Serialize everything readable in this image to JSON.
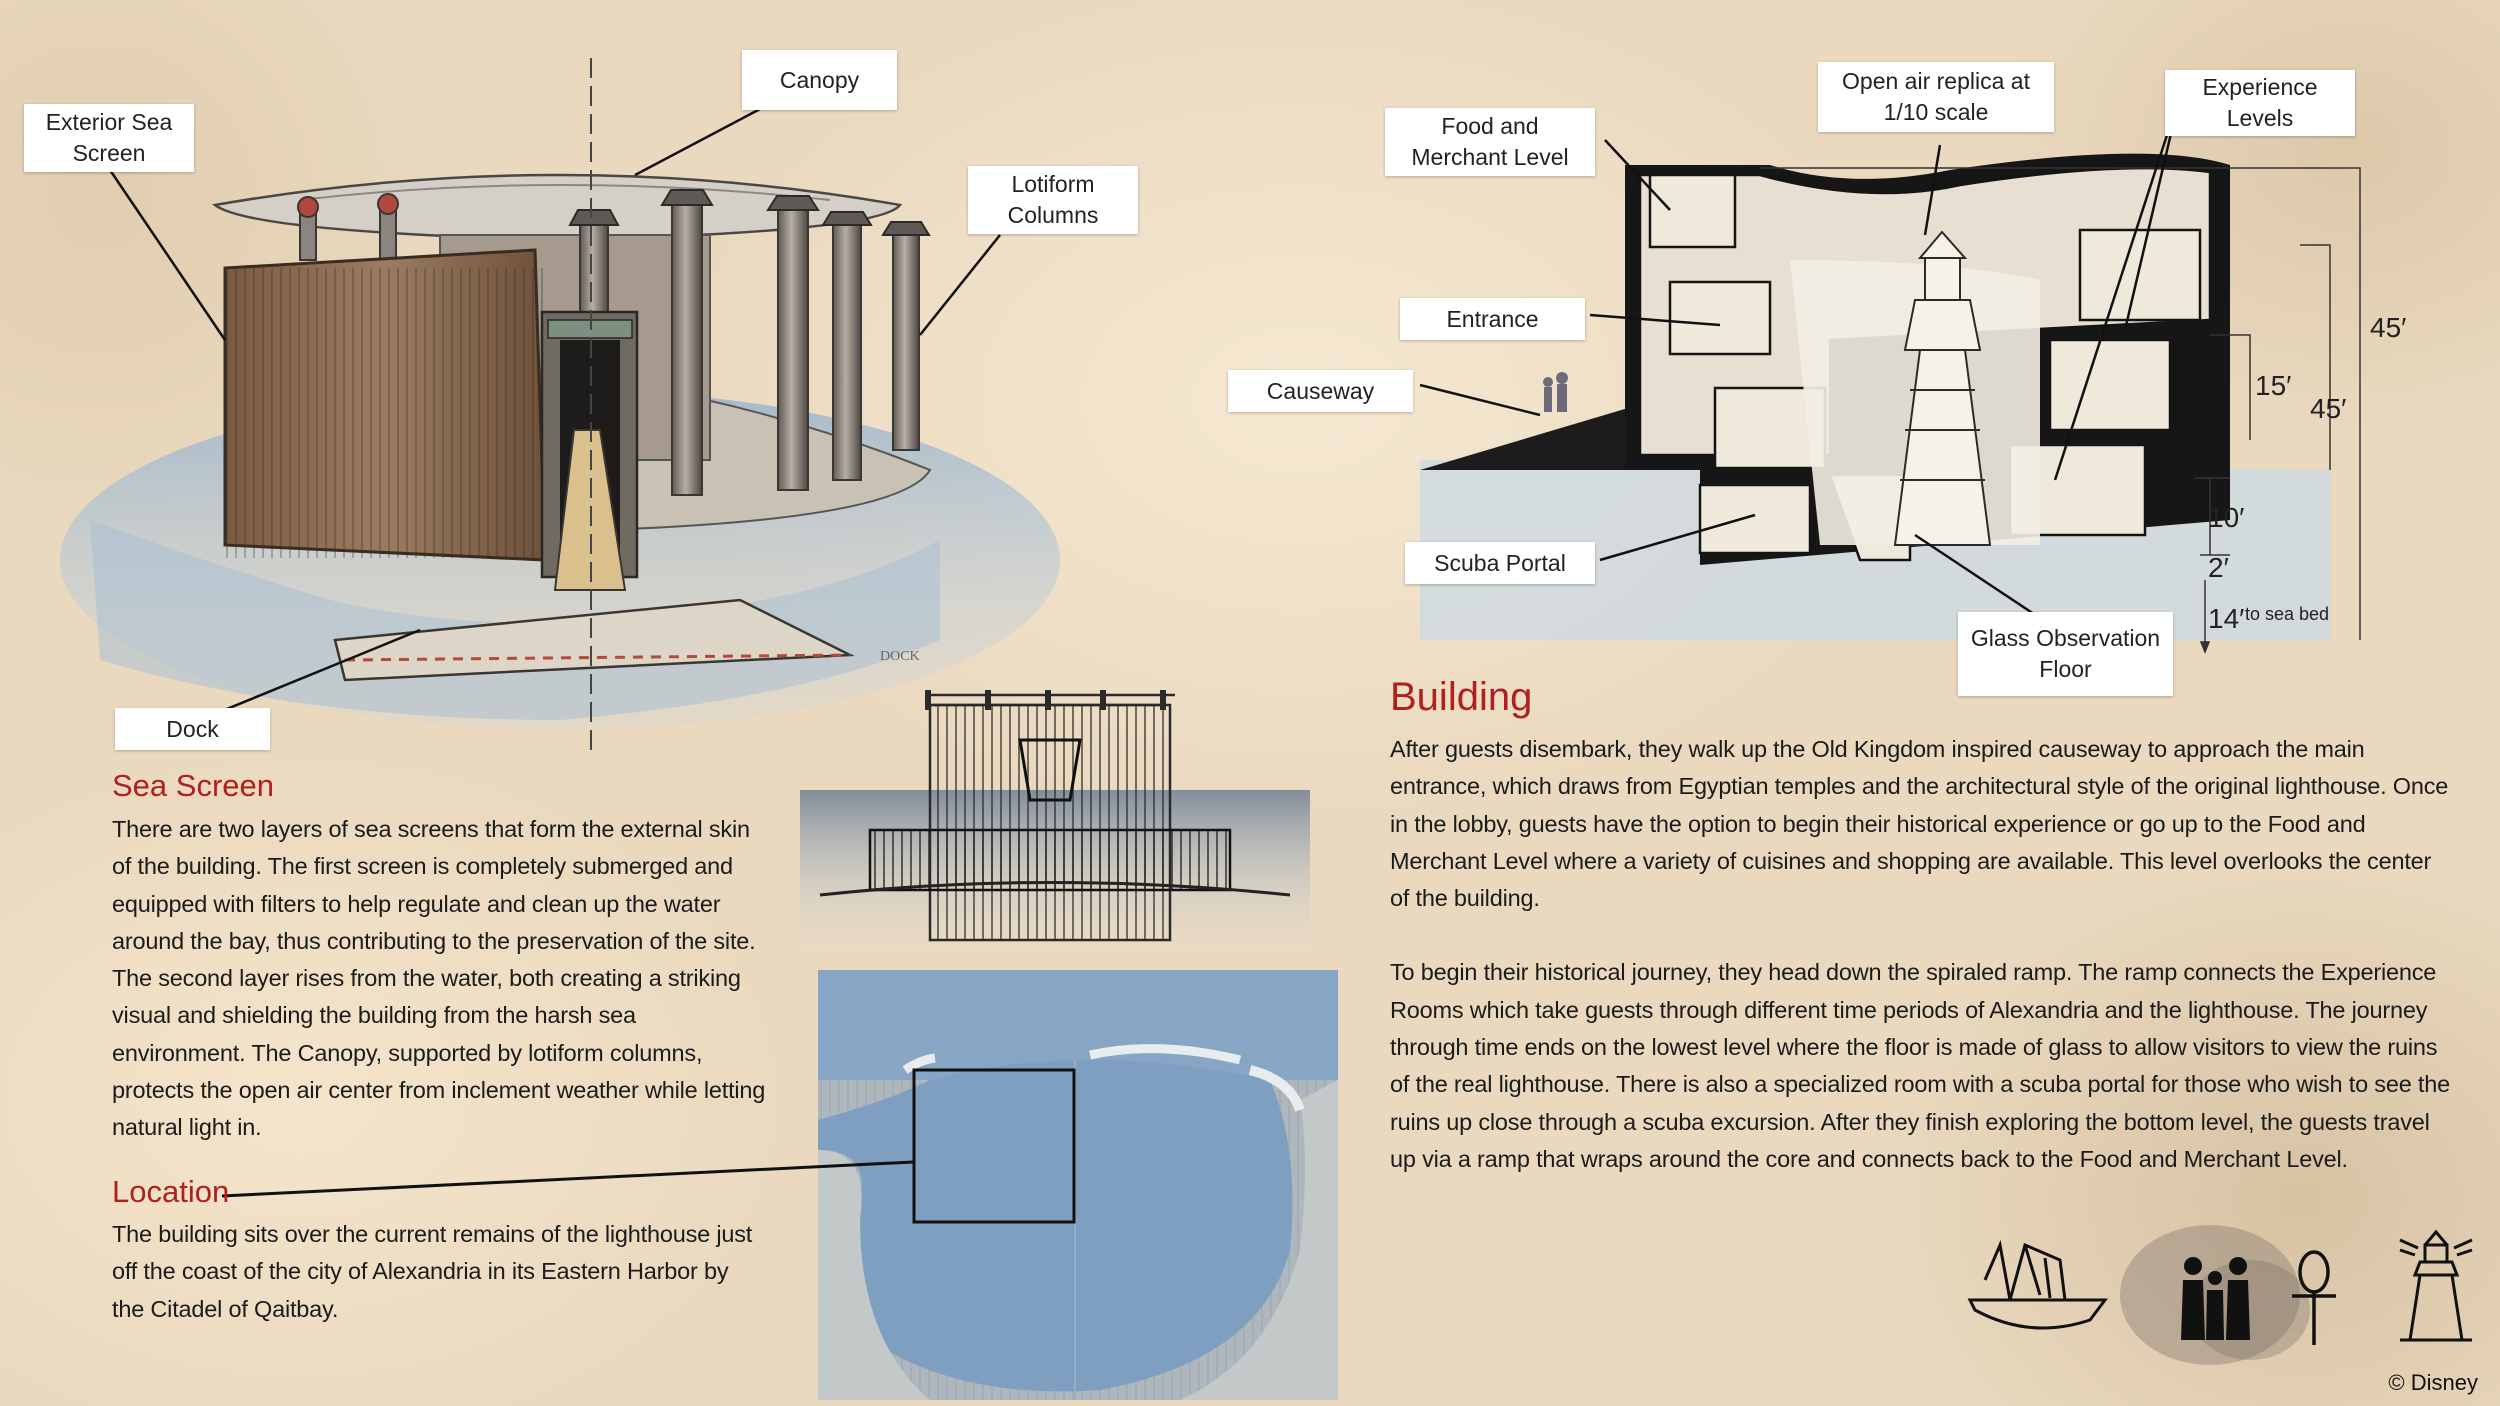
{
  "drawing_labels": {
    "canopy": "Canopy",
    "exterior_sea_screen": "Exterior Sea Screen",
    "lotiform_columns": "Lotiform Columns",
    "dock": "Dock",
    "sketch_note": "DOCK"
  },
  "section_labels": {
    "food_merchant_level": "Food and Merchant Level",
    "open_air_replica": "Open air replica at 1/10 scale",
    "experience_levels": "Experience Levels",
    "entrance": "Entrance",
    "causeway": "Causeway",
    "scuba_portal": "Scuba Portal",
    "glass_observation_floor": "Glass Observation Floor"
  },
  "dimensions": {
    "d45_outer": "45′",
    "d15": "15′",
    "d45_inner": "45′",
    "d10": "10′",
    "d2": "2′",
    "d14": "14′",
    "d14_suffix": "to sea bed"
  },
  "sea_screen": {
    "heading": "Sea Screen",
    "text": "There are two layers of sea screens that form the external skin of the building. The first screen is completely submerged and equipped with filters to help regulate and clean up the water around the bay, thus contributing to the preservation of the site. The second layer rises from the water, both creating a striking visual and shielding the building from the harsh sea environment. The Canopy, supported by lotiform columns, protects the open air center from inclement weather while letting natural light in."
  },
  "location": {
    "heading": "Location",
    "text": "The building sits over the current remains of the lighthouse just off the coast of the city of Alexandria in its Eastern Harbor by the Citadel of Qaitbay."
  },
  "building": {
    "heading": "Building",
    "paragraph_1": "After guests disembark, they walk up the Old Kingdom inspired causeway to approach the main entrance, which draws from Egyptian temples and the architectural style of the original lighthouse. Once in the lobby, guests have the option to begin their historical experience or go up to the Food and Merchant Level where a variety of cuisines and shopping are available. This level overlooks the center of the building.",
    "paragraph_2": "To begin their historical journey, they head down the spiraled ramp. The ramp connects the Experience Rooms which take guests through different time periods of Alexandria and the lighthouse. The journey through time ends on the lowest level where the floor is made of glass to allow visitors to view the ruins of the real lighthouse. There is also a specialized room with a scuba portal for those who wish to see the ruins up close through a scuba excursion. After they finish exploring the bottom level, the guests travel up via a ramp that wraps around the core and connects back to the Food and Merchant Level."
  },
  "icons": [
    "ship-icon",
    "family-icon",
    "ankh-icon",
    "lighthouse-icon"
  ],
  "copyright": "© Disney",
  "colors": {
    "heading_red": "#b0201c",
    "water_blue": "#7f9fc1",
    "paper": "#ead9bf"
  }
}
